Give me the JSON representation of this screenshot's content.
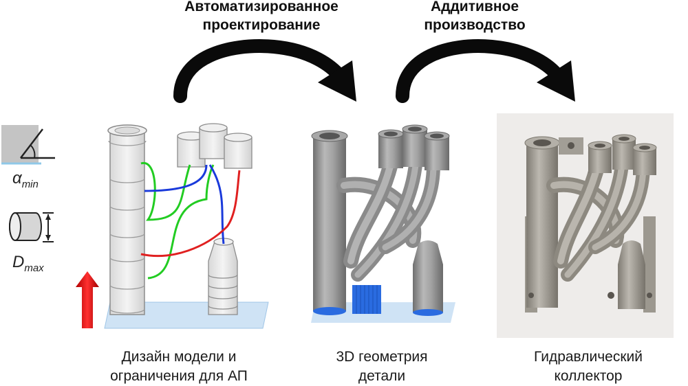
{
  "stages": [
    {
      "label_line1": "Автоматизированное",
      "label_line2": "проектирование"
    },
    {
      "label_line1": "Аддитивное",
      "label_line2": "производство"
    }
  ],
  "captions": [
    {
      "line1": "Дизайн модели и",
      "line2": "ограничения для АП"
    },
    {
      "line1": "3D геометрия",
      "line2": "детали"
    },
    {
      "line1": "Гидравлический",
      "line2": "коллектор"
    }
  ],
  "constraints": {
    "angle_symbol": "α",
    "angle_subscript": "min",
    "diameter_symbol": "D",
    "diameter_subscript": "max"
  },
  "colors": {
    "arrow": "#0a0a0a",
    "build_arrow": "#e01010",
    "channel_green": "#22cc22",
    "channel_blue": "#1a3adb",
    "channel_red": "#e02020",
    "support_blue": "#2a6be0",
    "build_plate": "#cfe3f5",
    "part_gray": "#9a9a9a",
    "printed_part": "#a8a49c"
  }
}
